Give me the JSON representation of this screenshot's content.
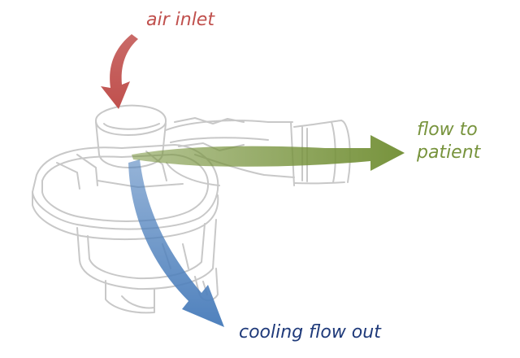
{
  "labels": {
    "air_inlet": "air inlet",
    "flow_to_patient_line1": "flow to",
    "flow_to_patient_line2": "patient",
    "cooling_flow_out": "cooling flow out"
  },
  "colors": {
    "air_inlet": "#c0504d",
    "flow_to_patient": "#77933c",
    "cooling_flow_out": "#4f81bd",
    "device_outline": "#c8c8c8"
  },
  "icons": {
    "device": "blower-housing-sketch",
    "arrows": [
      "air-inlet-arrow",
      "patient-flow-arrow",
      "cooling-flow-arrow"
    ]
  }
}
